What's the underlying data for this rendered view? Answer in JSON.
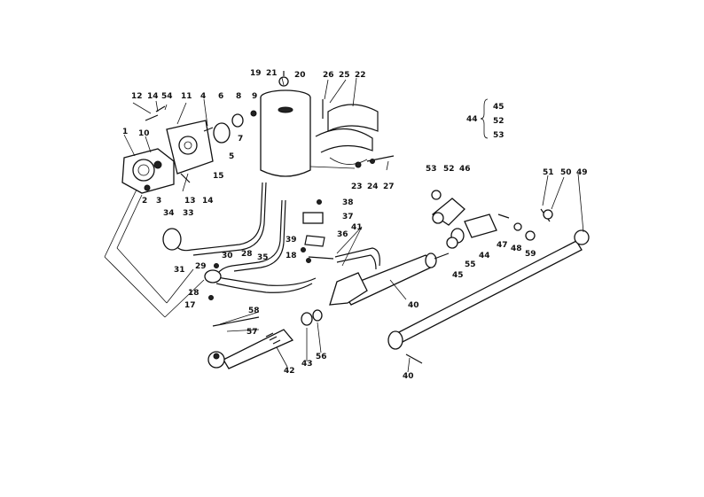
{
  "diagram": {
    "labels": [
      {
        "id": "1",
        "text": "1"
      },
      {
        "id": "2",
        "text": "2"
      },
      {
        "id": "3",
        "text": "3"
      },
      {
        "id": "4",
        "text": "4"
      },
      {
        "id": "5",
        "text": "5"
      },
      {
        "id": "6",
        "text": "6"
      },
      {
        "id": "7",
        "text": "7"
      },
      {
        "id": "8",
        "text": "8"
      },
      {
        "id": "9",
        "text": "9"
      },
      {
        "id": "10",
        "text": "10"
      },
      {
        "id": "11",
        "text": "11"
      },
      {
        "id": "12",
        "text": "12"
      },
      {
        "id": "13",
        "text": "13"
      },
      {
        "id": "14a",
        "text": "14"
      },
      {
        "id": "14b",
        "text": "14"
      },
      {
        "id": "15",
        "text": "15"
      },
      {
        "id": "17",
        "text": "17"
      },
      {
        "id": "18a",
        "text": "18"
      },
      {
        "id": "18b",
        "text": "18"
      },
      {
        "id": "19",
        "text": "19"
      },
      {
        "id": "20",
        "text": "20"
      },
      {
        "id": "21",
        "text": "21"
      },
      {
        "id": "22",
        "text": "22"
      },
      {
        "id": "23",
        "text": "23"
      },
      {
        "id": "24",
        "text": "24"
      },
      {
        "id": "25",
        "text": "25"
      },
      {
        "id": "26",
        "text": "26"
      },
      {
        "id": "27",
        "text": "27"
      },
      {
        "id": "28",
        "text": "28"
      },
      {
        "id": "29",
        "text": "29"
      },
      {
        "id": "30",
        "text": "30"
      },
      {
        "id": "31",
        "text": "31"
      },
      {
        "id": "33",
        "text": "33"
      },
      {
        "id": "34",
        "text": "34"
      },
      {
        "id": "35",
        "text": "35"
      },
      {
        "id": "36",
        "text": "36"
      },
      {
        "id": "37",
        "text": "37"
      },
      {
        "id": "38",
        "text": "38"
      },
      {
        "id": "39",
        "text": "39"
      },
      {
        "id": "40a",
        "text": "40"
      },
      {
        "id": "40b",
        "text": "40"
      },
      {
        "id": "41",
        "text": "41"
      },
      {
        "id": "42",
        "text": "42"
      },
      {
        "id": "43",
        "text": "43"
      },
      {
        "id": "44a",
        "text": "44"
      },
      {
        "id": "44b",
        "text": "44"
      },
      {
        "id": "45a",
        "text": "45"
      },
      {
        "id": "45b",
        "text": "45"
      },
      {
        "id": "46",
        "text": "46"
      },
      {
        "id": "47",
        "text": "47"
      },
      {
        "id": "48",
        "text": "48"
      },
      {
        "id": "49",
        "text": "49"
      },
      {
        "id": "50",
        "text": "50"
      },
      {
        "id": "51",
        "text": "51"
      },
      {
        "id": "52a",
        "text": "52"
      },
      {
        "id": "52b",
        "text": "52"
      },
      {
        "id": "53a",
        "text": "53"
      },
      {
        "id": "53b",
        "text": "53"
      },
      {
        "id": "54",
        "text": "54"
      },
      {
        "id": "55",
        "text": "55"
      },
      {
        "id": "56",
        "text": "56"
      },
      {
        "id": "57",
        "text": "57"
      },
      {
        "id": "58",
        "text": "58"
      },
      {
        "id": "59",
        "text": "59"
      }
    ]
  }
}
